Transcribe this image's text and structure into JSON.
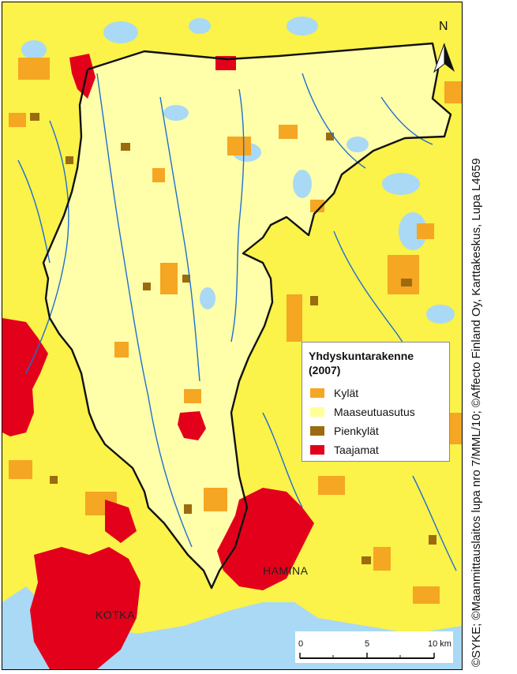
{
  "legend": {
    "title": "Yhdyskuntarakenne (2007)",
    "items": [
      {
        "label": "Kylät",
        "color": "#f5a623"
      },
      {
        "label": "Maaseutuasutus",
        "color": "#ffff99"
      },
      {
        "label": "Pienkylät",
        "color": "#9c6b0f"
      },
      {
        "label": "Taajamat",
        "color": "#e3001b"
      }
    ]
  },
  "places": {
    "hamina": "HAMINA",
    "kotka": "KOTKA"
  },
  "north_arrow": {
    "label": "N"
  },
  "scale": {
    "ticks": [
      "0",
      "5",
      "10 km"
    ]
  },
  "credit": "©SYKE; ©Maanmittauslaitos lupa nro 7/MML/10; ©Affecto Finland Oy, Karttakeskus, Lupa L4659",
  "colors": {
    "background_yellow": "#fbf24a",
    "water": "#a9d9f4",
    "river": "#1f6fd1",
    "boundary": "#111111"
  }
}
